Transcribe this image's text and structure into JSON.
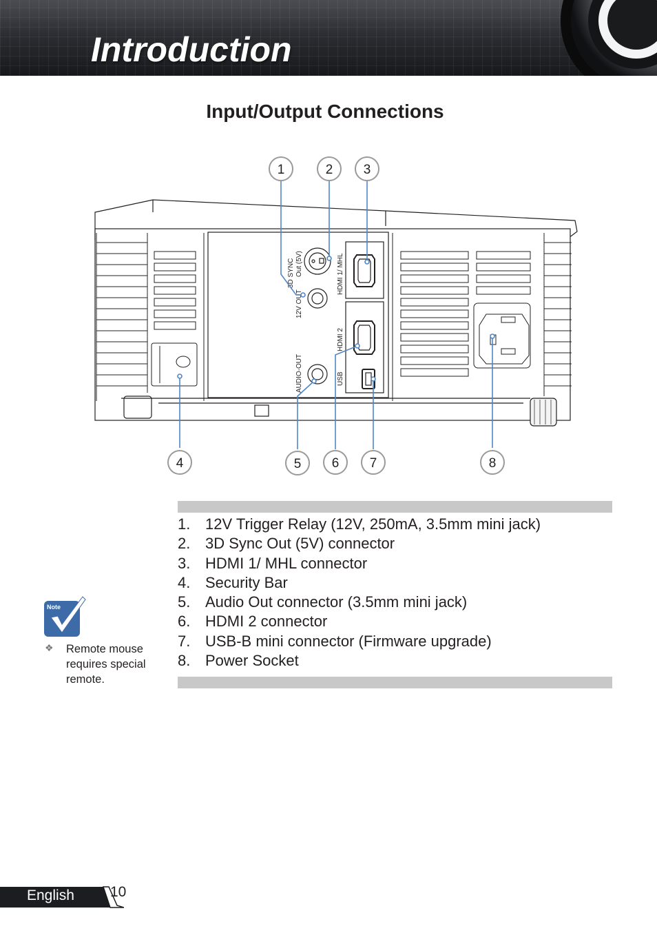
{
  "header": {
    "title": "Introduction"
  },
  "section": {
    "title": "Input/Output Connections"
  },
  "diagram": {
    "callouts": [
      "1",
      "2",
      "3",
      "4",
      "5",
      "6",
      "7",
      "8"
    ],
    "port_labels": {
      "sync": "3D SYNC",
      "sync_sub": "Out (5V)",
      "trigger": "12V OUT",
      "hdmi1": "HDMI 1/ MHL",
      "hdmi2": "HDMI 2",
      "audio": "AUDIO-OUT",
      "usb": "USB"
    }
  },
  "list": [
    {
      "num": "1.",
      "text": "12V Trigger Relay (12V, 250mA, 3.5mm mini jack)"
    },
    {
      "num": "2.",
      "text": "3D Sync Out (5V) connector"
    },
    {
      "num": "3.",
      "text": "HDMI 1/ MHL connector"
    },
    {
      "num": "4.",
      "text": "Security Bar"
    },
    {
      "num": "5.",
      "text": "Audio Out connector (3.5mm mini jack)"
    },
    {
      "num": "6.",
      "text": "HDMI 2 connector"
    },
    {
      "num": "7.",
      "text": "USB-B mini connector (Firmware upgrade)"
    },
    {
      "num": "8.",
      "text": "Power Socket"
    }
  ],
  "note": {
    "icon_label": "Note",
    "bullet_icon": "diamond-bullet-icon",
    "text": "Remote mouse requires special remote."
  },
  "footer": {
    "language": "English",
    "page": "10"
  },
  "colors": {
    "gray_bar": "#c8c8c8",
    "header_dark": "#1c1d20",
    "note_blue": "#3d6ba8"
  }
}
